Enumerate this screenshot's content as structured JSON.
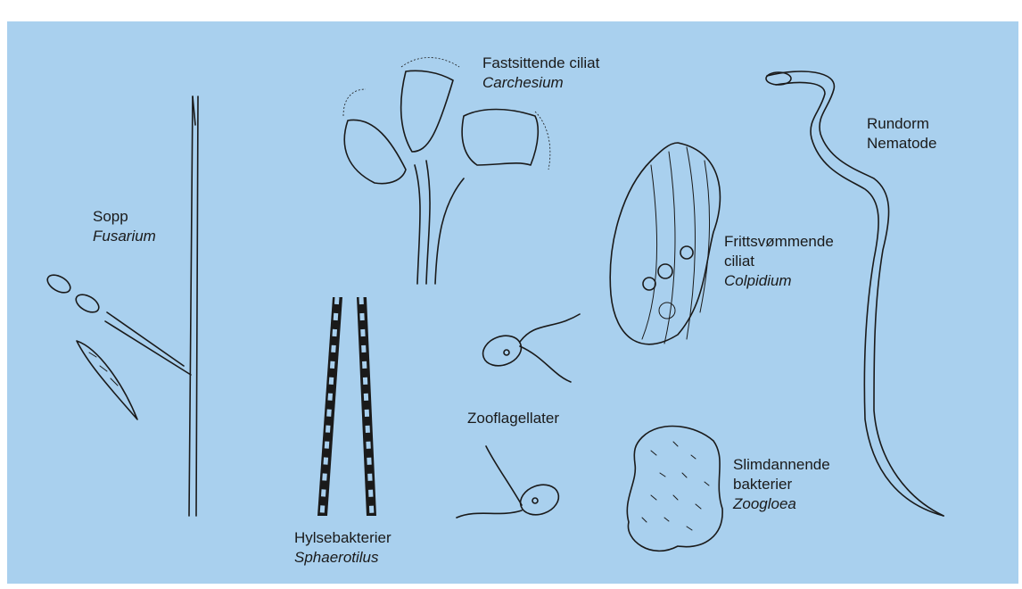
{
  "colors": {
    "panel_background": "#a9d0ee",
    "ink": "#1a1a1a"
  },
  "organisms": {
    "fungus": {
      "common": "Sopp",
      "scientific": "Fusarium"
    },
    "stalked_ciliate": {
      "common": "Fastsittende ciliat",
      "scientific": "Carchesium"
    },
    "nematode": {
      "common_1": "Rundorm",
      "common_2": "Nematode"
    },
    "free_ciliate": {
      "common_1": "Frittsvømmende",
      "common_2": "ciliat",
      "scientific": "Colpidium"
    },
    "sheath_bacteria": {
      "common": "Hylsebakterier",
      "scientific": "Sphaerotilus"
    },
    "zooflagellates": {
      "common": "Zooflagellater"
    },
    "slime_bacteria": {
      "common_1": "Slimdannende",
      "common_2": "bakterier",
      "scientific": "Zoogloea"
    }
  }
}
